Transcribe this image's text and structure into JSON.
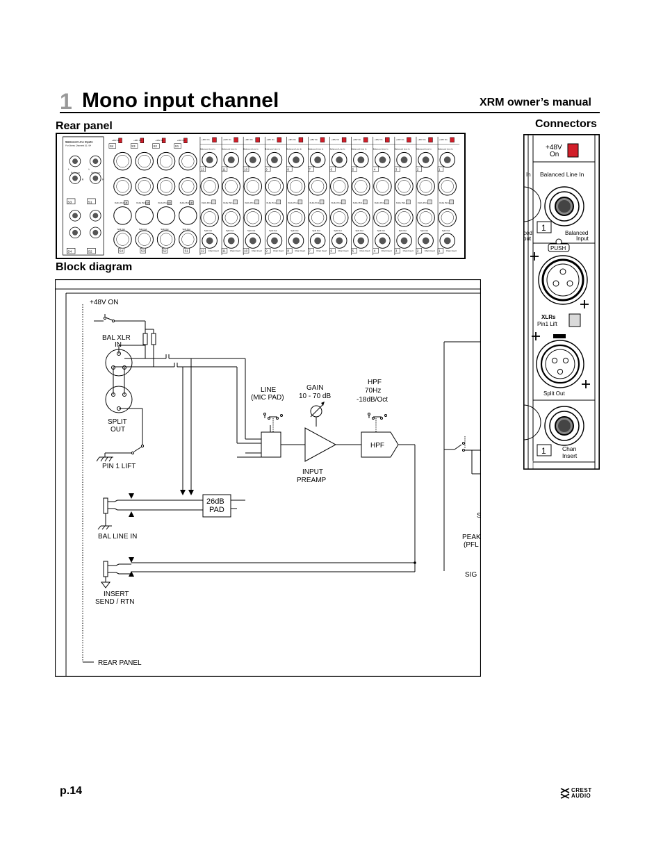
{
  "header": {
    "chapter_number": "1",
    "title": "Mono input channel",
    "manual": "XRM owner’s manual"
  },
  "sections": {
    "rear_panel": "Rear panel",
    "block_diagram": "Block diagram",
    "connectors": "Connectors"
  },
  "rear_panel": {
    "stereo_heading": "Balanced Line Inputs",
    "stereo_subheading": "For Stereo Channels S1 -S4",
    "stereo_l": "L",
    "stereo_r": "R",
    "stereo_bal_label": "Bal Inputs",
    "stereo_channels": [
      "S4",
      "S3",
      "S2",
      "S1"
    ],
    "phantom_label": "+48V On",
    "line_in_label": "Balanced Line In",
    "xlr_lift_label": "XLRs Pin1 Lift",
    "split_label": "Split Out",
    "insert_label": "Chan Insert",
    "mono_channels": [
      "12",
      "11",
      "10",
      "9",
      "8",
      "7",
      "6",
      "5",
      "4",
      "3",
      "2",
      "1"
    ]
  },
  "block_diagram": {
    "phantom": "+48V  ON",
    "bal_xlr_in": [
      "BAL XLR",
      "IN"
    ],
    "split_out": [
      "SPLIT",
      "OUT"
    ],
    "pin1_lift": "PIN 1 LIFT",
    "line_mic_pad": [
      "LINE",
      "(MIC PAD)"
    ],
    "gain": [
      "GAIN",
      "10 - 70 dB"
    ],
    "hpf_spec": [
      "HPF",
      "70Hz",
      "-18dB/Oct"
    ],
    "hpf_box": "HPF",
    "input_preamp": [
      "INPUT",
      "PREAMP"
    ],
    "pad": [
      "26dB",
      "PAD"
    ],
    "bal_line_in": "BAL LINE IN",
    "insert": [
      "INSERT",
      "SEND / RTN"
    ],
    "rear_panel": "REAR PANEL",
    "cut_labels": [
      "S",
      "PEAK",
      "(PFL",
      "SIG"
    ]
  },
  "connectors": {
    "phantom": [
      "+48V",
      "On"
    ],
    "line_in": "Balanced Line In",
    "left_cut_in": "In",
    "left_cut_ced": "ced",
    "left_cut_put": "put",
    "channel": "1",
    "balanced_input": [
      "Balanced",
      "Input"
    ],
    "push": "PUSH",
    "xlr_lift": [
      "XLRs",
      "Pin1 Lift"
    ],
    "split_out": "Split Out",
    "chan_insert": [
      "Chan",
      "Insert"
    ]
  },
  "footer": {
    "page_number": "p.14",
    "logo": [
      "CREST",
      "AUDIO"
    ]
  },
  "colors": {
    "switch_red": "#d21f2a",
    "lift_switch": "#d9d9d9",
    "chapter_gray": "#999999"
  }
}
